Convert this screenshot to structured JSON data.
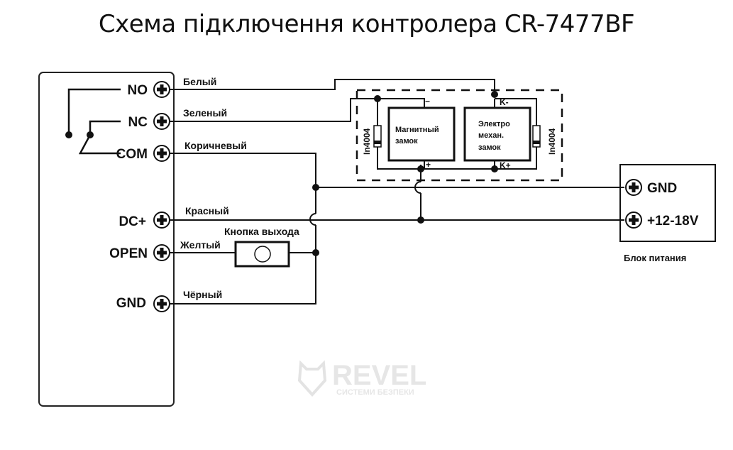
{
  "title": "Схема підключення контролера CR-7477BF",
  "controller": {
    "terminals": [
      {
        "id": "no",
        "label": "NO",
        "wire": "Белый"
      },
      {
        "id": "nc",
        "label": "NC",
        "wire": "Зеленый"
      },
      {
        "id": "com",
        "label": "COM",
        "wire": "Коричневый"
      },
      {
        "id": "dc",
        "label": "DC+",
        "wire": "Красный"
      },
      {
        "id": "open",
        "label": "OPEN",
        "wire": "Желтый"
      },
      {
        "id": "gnd",
        "label": "GND",
        "wire": "Чёрный"
      }
    ]
  },
  "exit_button": {
    "label": "Кнопка выхода"
  },
  "locks": {
    "magnetic": {
      "line1": "Магнитный",
      "line2": "замок",
      "minus": "−",
      "plus": "+"
    },
    "electromech": {
      "line1": "Электро",
      "line2": "механ.",
      "line3": "замок",
      "k_minus": "K-",
      "k_plus": "K+"
    },
    "diode_left": "In4004",
    "diode_right": "In4004"
  },
  "power_supply": {
    "gnd": "GND",
    "vplus": "+12-18V",
    "caption": "Блок питания"
  },
  "watermark": {
    "brand": "REVEL",
    "tagline": "СИСТЕМИ БЕЗПЕКИ"
  }
}
